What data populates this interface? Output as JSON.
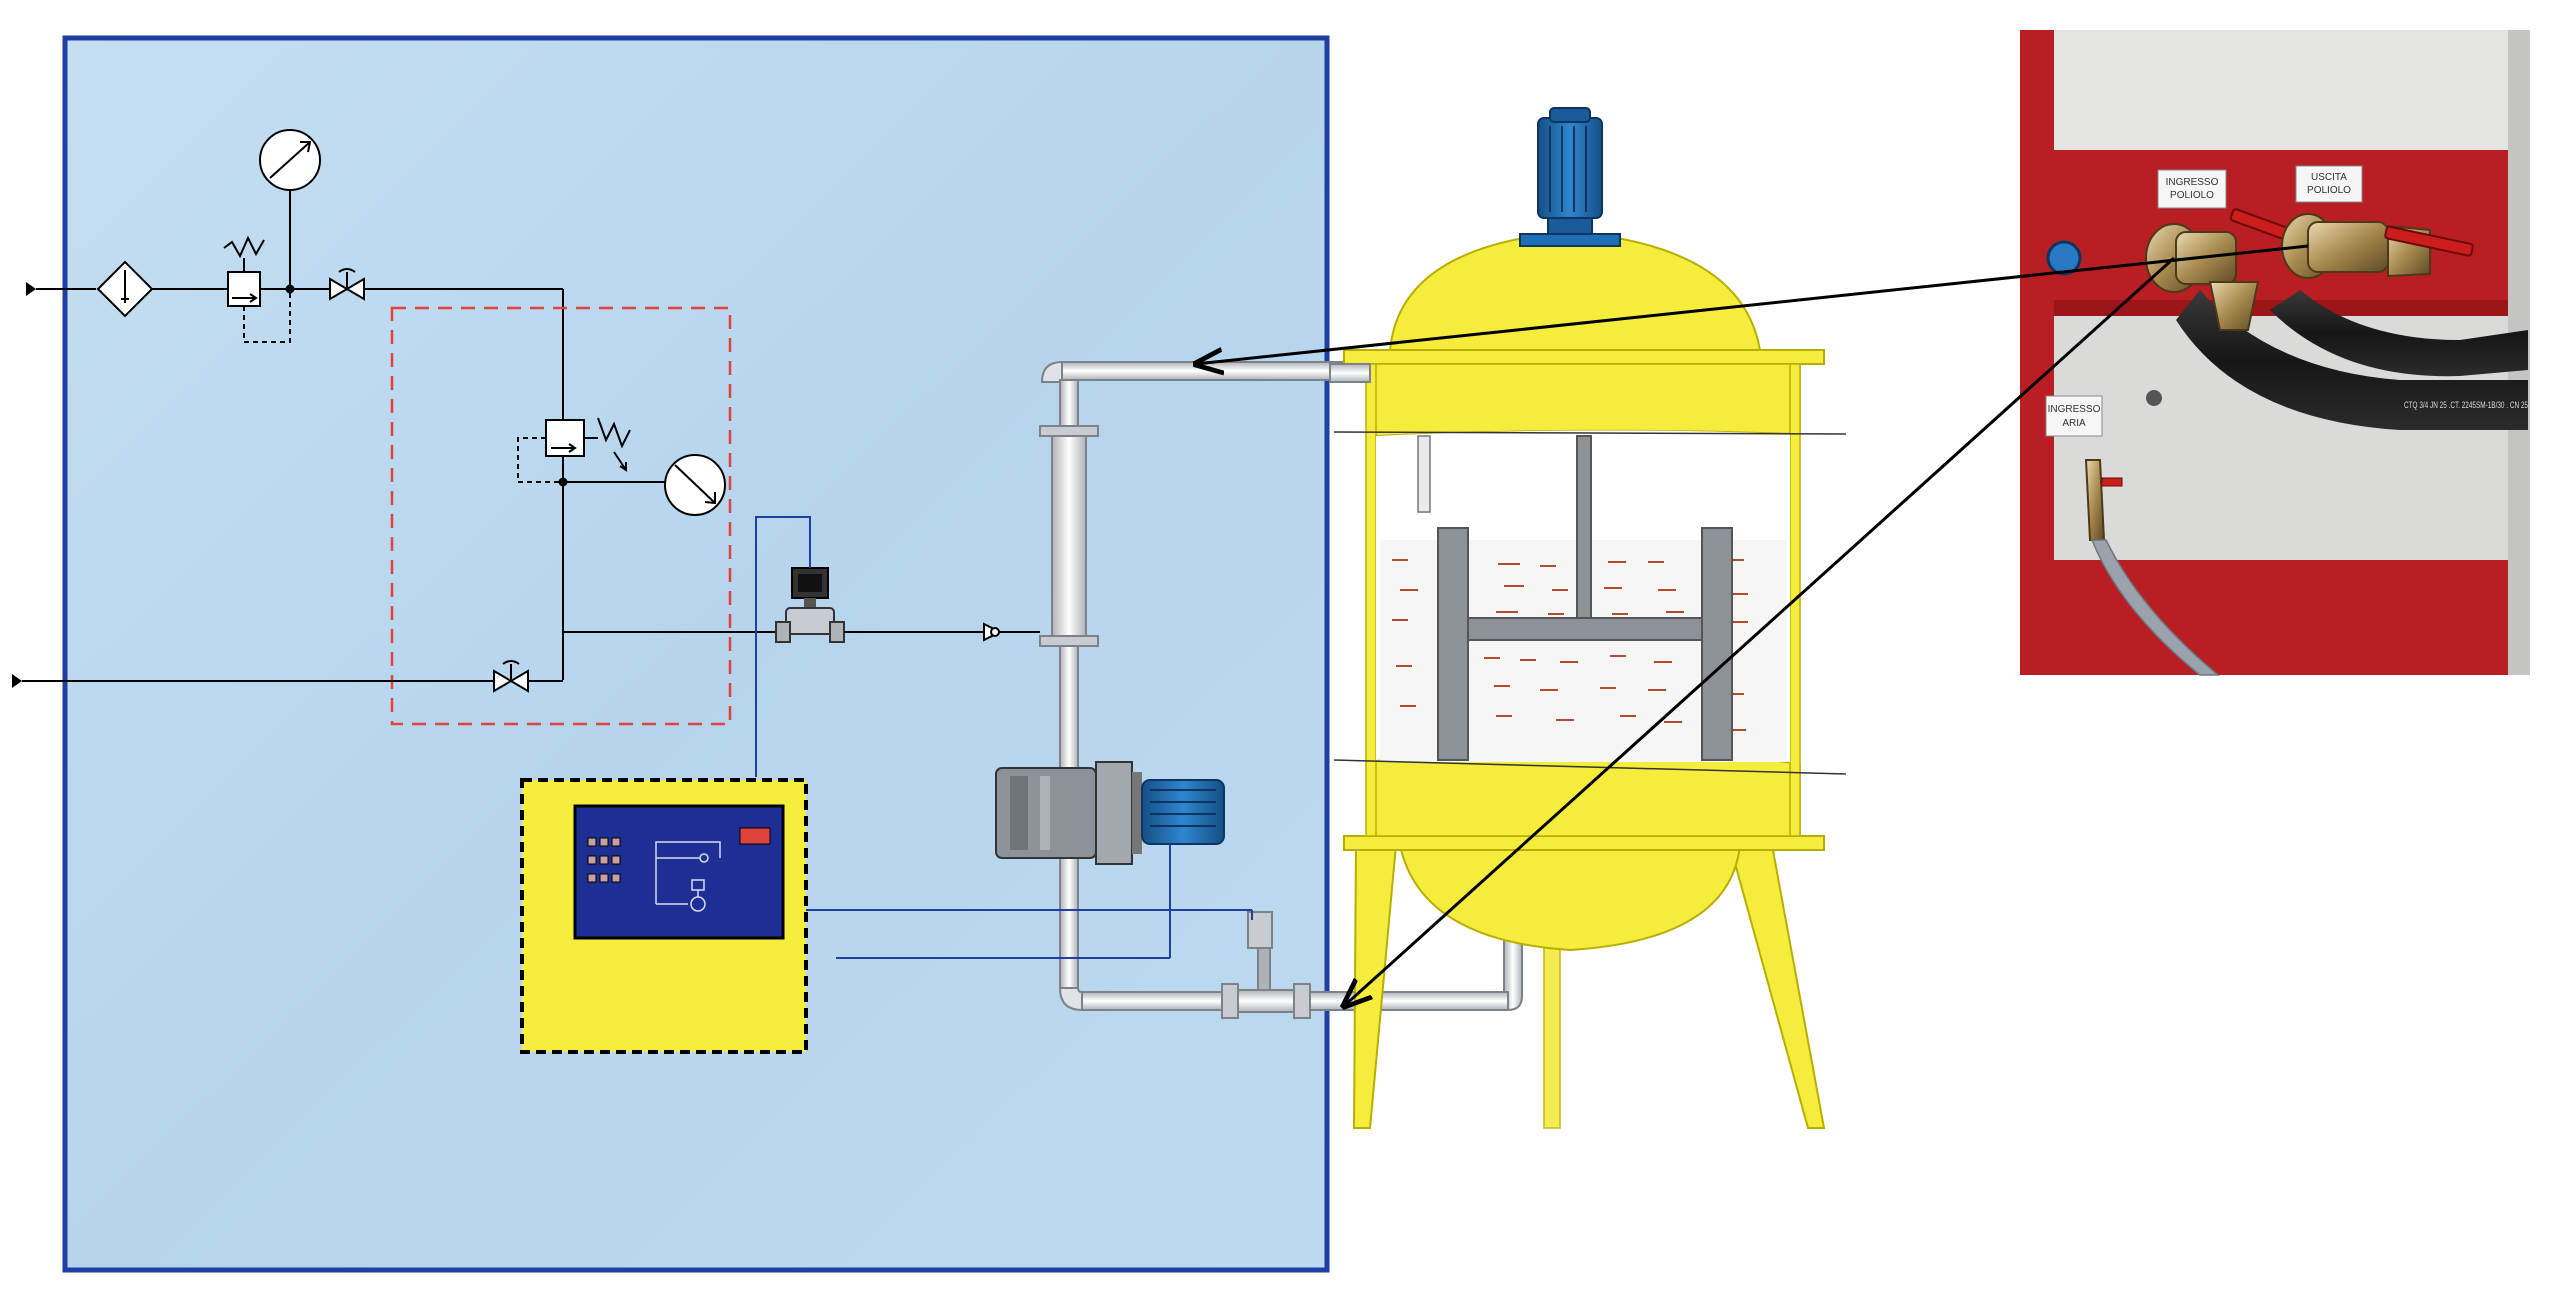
{
  "photo": {
    "labels": {
      "inlet": [
        "INGRESSO",
        "POLIOLO"
      ],
      "outlet": [
        "USCITA",
        "POLIOLO"
      ],
      "air": [
        "INGRESSO",
        "ARIA"
      ]
    },
    "hose_print": "CTQ 3/4 JN 25 .CT. 2245SM-1B/30 . CN 25"
  },
  "colors": {
    "panel": "#b9d8ee",
    "panel_border": "#1f3fa3",
    "tank": "#f5ec3c",
    "tank_edge": "#b8ae00",
    "motor": "#1f6fb5",
    "control_box": "#f5ec3c",
    "screen": "#1e2f93",
    "dash_red": "#e0433b",
    "photo_red": "#b81e22"
  }
}
